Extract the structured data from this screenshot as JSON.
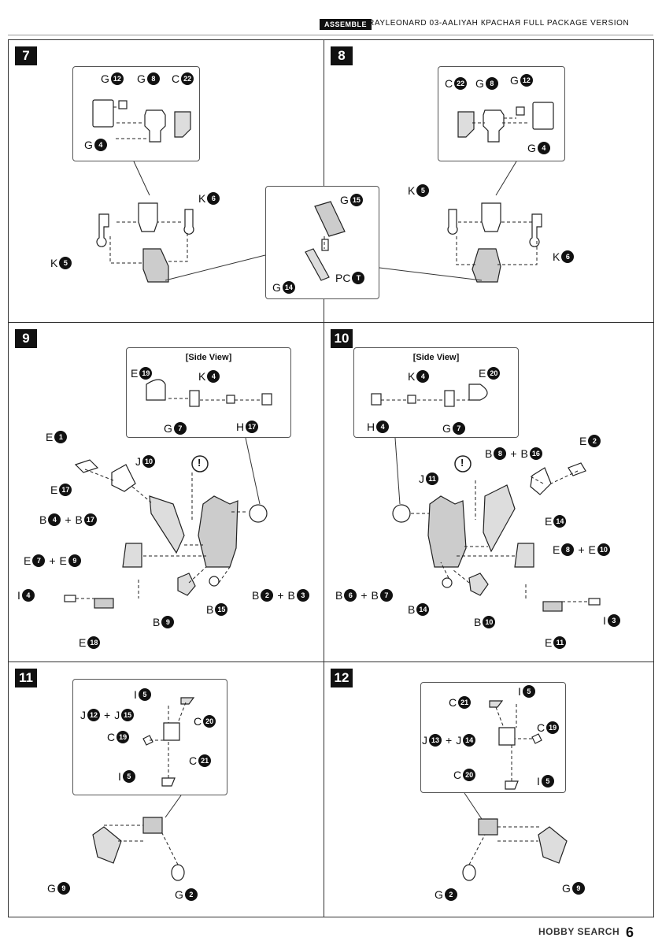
{
  "header": {
    "badge": "ASSEMBLE",
    "title": "RAYLEONARD 03-AALIYAH КРАСНАЯ FULL PACKAGE VERSION"
  },
  "steps": {
    "s7": {
      "number": "7",
      "inset": [
        {
          "l": "G",
          "n": "12"
        },
        {
          "l": "G",
          "n": "8"
        },
        {
          "l": "C",
          "n": "22"
        },
        {
          "l": "G",
          "n": "4"
        }
      ],
      "main": [
        {
          "l": "K",
          "n": "6"
        },
        {
          "l": "K",
          "n": "5"
        }
      ]
    },
    "center": {
      "parts": [
        {
          "l": "G",
          "n": "15"
        },
        {
          "l": "G",
          "n": "14"
        },
        {
          "l": "PC",
          "n": "T"
        }
      ]
    },
    "s8": {
      "number": "8",
      "inset": [
        {
          "l": "C",
          "n": "22"
        },
        {
          "l": "G",
          "n": "8"
        },
        {
          "l": "G",
          "n": "12"
        },
        {
          "l": "G",
          "n": "4"
        }
      ],
      "main": [
        {
          "l": "K",
          "n": "5"
        },
        {
          "l": "K",
          "n": "6"
        }
      ]
    },
    "s9": {
      "number": "9",
      "side_view": "[Side View]",
      "inset": [
        {
          "l": "E",
          "n": "19"
        },
        {
          "l": "K",
          "n": "4"
        },
        {
          "l": "G",
          "n": "7"
        },
        {
          "l": "H",
          "n": "17"
        }
      ],
      "main": [
        {
          "l": "E",
          "n": "1"
        },
        {
          "l": "J",
          "n": "10"
        },
        {
          "l": "E",
          "n": "17"
        },
        {
          "l": "B",
          "n": "4",
          "l2": "B",
          "n2": "17"
        },
        {
          "l": "E",
          "n": "7",
          "l2": "E",
          "n2": "9"
        },
        {
          "l": "I",
          "n": "4"
        },
        {
          "l": "B",
          "n": "2",
          "l2": "B",
          "n2": "3"
        },
        {
          "l": "B",
          "n": "9"
        },
        {
          "l": "B",
          "n": "15"
        },
        {
          "l": "E",
          "n": "18"
        }
      ],
      "caution": "!"
    },
    "s10": {
      "number": "10",
      "side_view": "[Side View]",
      "inset": [
        {
          "l": "K",
          "n": "4"
        },
        {
          "l": "E",
          "n": "20"
        },
        {
          "l": "H",
          "n": "4"
        },
        {
          "l": "G",
          "n": "7"
        }
      ],
      "main": [
        {
          "l": "B",
          "n": "8",
          "l2": "B",
          "n2": "16"
        },
        {
          "l": "E",
          "n": "2"
        },
        {
          "l": "J",
          "n": "11"
        },
        {
          "l": "E",
          "n": "14"
        },
        {
          "l": "E",
          "n": "8",
          "l2": "E",
          "n2": "10"
        },
        {
          "l": "B",
          "n": "6",
          "l2": "B",
          "n2": "7"
        },
        {
          "l": "I",
          "n": "3"
        },
        {
          "l": "B",
          "n": "14"
        },
        {
          "l": "B",
          "n": "10"
        },
        {
          "l": "E",
          "n": "11"
        }
      ],
      "caution": "!"
    },
    "s11": {
      "number": "11",
      "inset": [
        {
          "l": "I",
          "n": "5"
        },
        {
          "l": "J",
          "n": "12",
          "l2": "J",
          "n2": "15"
        },
        {
          "l": "C",
          "n": "20"
        },
        {
          "l": "C",
          "n": "19"
        },
        {
          "l": "C",
          "n": "21"
        },
        {
          "l": "I",
          "n": "5"
        }
      ],
      "main": [
        {
          "l": "G",
          "n": "9"
        },
        {
          "l": "G",
          "n": "2"
        }
      ]
    },
    "s12": {
      "number": "12",
      "inset": [
        {
          "l": "I",
          "n": "5"
        },
        {
          "l": "C",
          "n": "21"
        },
        {
          "l": "C",
          "n": "19"
        },
        {
          "l": "J",
          "n": "13",
          "l2": "J",
          "n2": "14"
        },
        {
          "l": "C",
          "n": "20"
        },
        {
          "l": "I",
          "n": "5"
        }
      ],
      "main": [
        {
          "l": "G",
          "n": "2"
        },
        {
          "l": "G",
          "n": "9"
        }
      ]
    }
  },
  "footer": {
    "logo": "HOBBY SEARCH",
    "page": "6"
  }
}
